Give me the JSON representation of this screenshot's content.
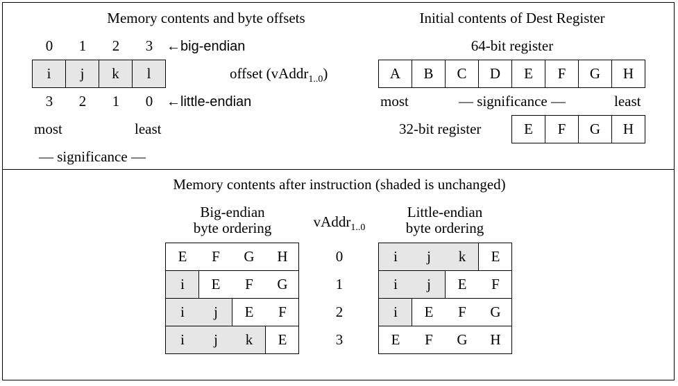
{
  "top_left": {
    "title": "Memory contents and byte offsets",
    "big_endian_offsets": [
      "0",
      "1",
      "2",
      "3"
    ],
    "big_endian_label": "←big-endian",
    "bytes": [
      "i",
      "j",
      "k",
      "l"
    ],
    "little_endian_offsets": [
      "3",
      "2",
      "1",
      "0"
    ],
    "little_endian_label": "←little-endian",
    "most": "most",
    "least": "least",
    "significance": "— significance —",
    "offset_label": "offset  (vAddr",
    "offset_sub": "1..0",
    "offset_close": ")",
    "shade_color": "#e6e6e6"
  },
  "top_right": {
    "title": "Initial contents of Dest Register",
    "reg64_label": "64-bit register",
    "reg64_bytes": [
      "A",
      "B",
      "C",
      "D",
      "E",
      "F",
      "G",
      "H"
    ],
    "most": "most",
    "significance": "— significance —",
    "least": "least",
    "reg32_label": "32-bit register",
    "reg32_bytes": [
      "E",
      "F",
      "G",
      "H"
    ]
  },
  "bottom": {
    "title": "Memory contents after instruction (shaded is unchanged)",
    "big_endian_header_line1": "Big-endian",
    "big_endian_header_line2": "byte ordering",
    "vaddr_header": "vAddr",
    "vaddr_sub": "1..0",
    "little_endian_header_line1": "Little-endian",
    "little_endian_header_line2": "byte ordering",
    "rows": [
      {
        "vaddr": "0",
        "big": [
          "E",
          "F",
          "G",
          "H"
        ],
        "big_shaded": 0,
        "little": [
          "i",
          "j",
          "k",
          "E"
        ],
        "little_shaded": 3
      },
      {
        "vaddr": "1",
        "big": [
          "i",
          "E",
          "F",
          "G"
        ],
        "big_shaded": 1,
        "little": [
          "i",
          "j",
          "E",
          "F"
        ],
        "little_shaded": 2
      },
      {
        "vaddr": "2",
        "big": [
          "i",
          "j",
          "E",
          "F"
        ],
        "big_shaded": 2,
        "little": [
          "i",
          "E",
          "F",
          "G"
        ],
        "little_shaded": 1
      },
      {
        "vaddr": "3",
        "big": [
          "i",
          "j",
          "k",
          "E"
        ],
        "big_shaded": 3,
        "little": [
          "E",
          "F",
          "G",
          "H"
        ],
        "little_shaded": 0
      }
    ]
  }
}
